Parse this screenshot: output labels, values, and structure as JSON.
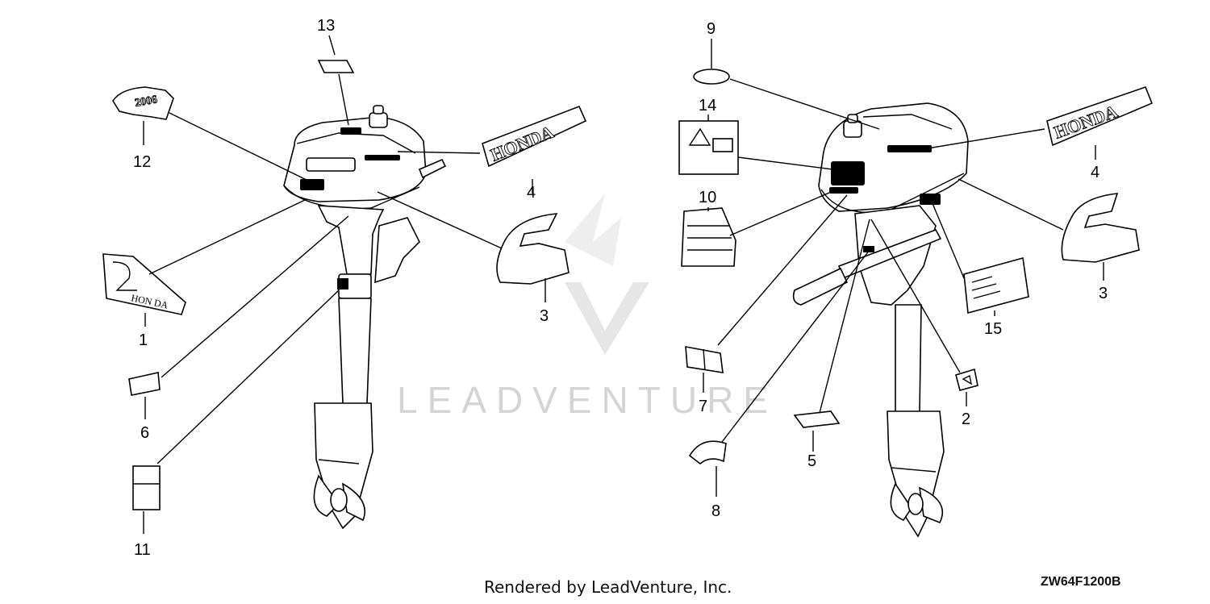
{
  "watermark": {
    "text": "LEADVENTURE"
  },
  "footer": {
    "credit": "Rendered by LeadVenture, Inc.",
    "diagram_code": "ZW64F1200B"
  },
  "decals": {
    "honda_text": "HONDA",
    "year_text": "2006",
    "small_honda_text": "HON DA"
  },
  "callouts": {
    "left": {
      "c13": "13",
      "c12": "12",
      "c4": "4",
      "c3": "3",
      "c1": "1",
      "c6": "6",
      "c11": "11"
    },
    "right": {
      "c9": "9",
      "c14": "14",
      "c10": "10",
      "c7": "7",
      "c8": "8",
      "c5": "5",
      "c2": "2",
      "c15": "15",
      "c4": "4",
      "c3": "3"
    }
  }
}
